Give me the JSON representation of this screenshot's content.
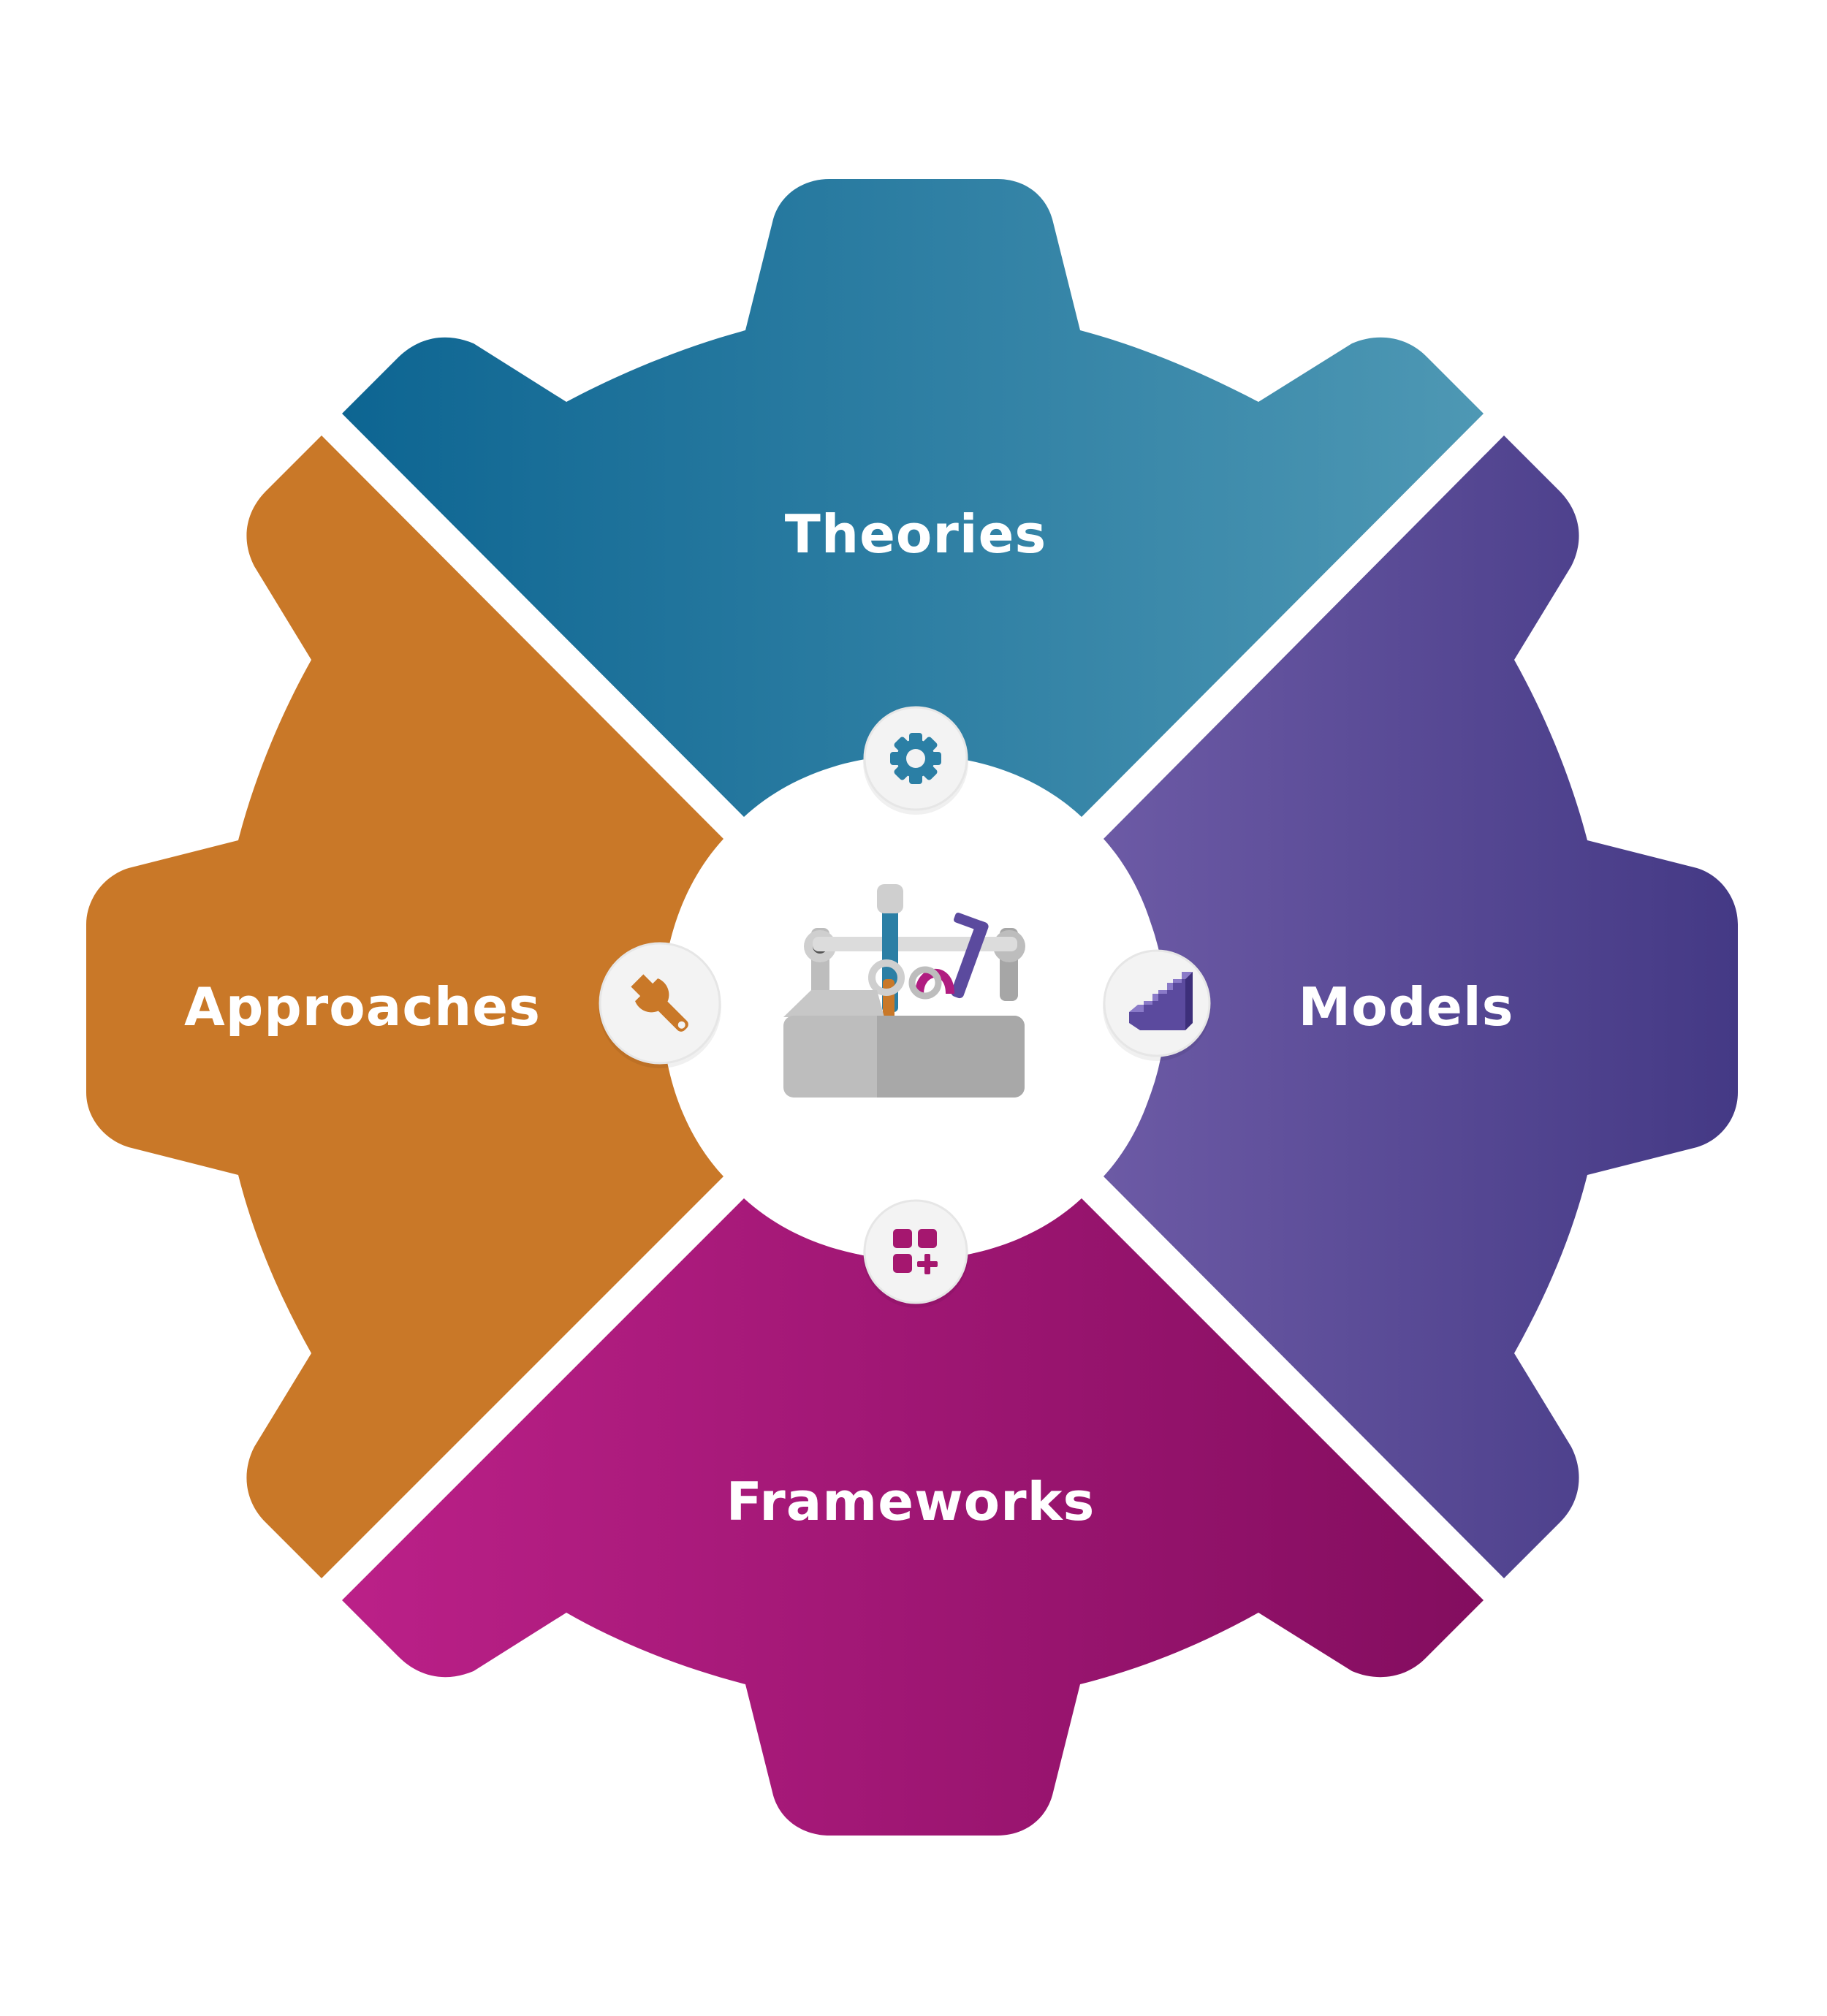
{
  "diagram": {
    "segments": [
      {
        "id": "theories",
        "label": "Theories",
        "icon": "gear-icon",
        "color_start": "#0d6592",
        "color_end": "#4e98b4"
      },
      {
        "id": "models",
        "label": "Models",
        "icon": "stairs-icon",
        "color_start": "#6c5aa5",
        "color_end": "#443985"
      },
      {
        "id": "frameworks",
        "label": "Frameworks",
        "icon": "grid-plus-icon",
        "color_start": "#bb2088",
        "color_end": "#830d5f"
      },
      {
        "id": "approaches",
        "label": "Approaches",
        "icon": "wrench-icon",
        "color_start": "#c97828",
        "color_end": "#c97828"
      }
    ],
    "center": {
      "icon": "toolbox-icon",
      "background": "#ffffff"
    },
    "icon_colors": {
      "gear": "#2b7fa5",
      "stairs": "#5b4a9e",
      "grid_plus": "#a5176f",
      "wrench": "#c97828"
    }
  }
}
